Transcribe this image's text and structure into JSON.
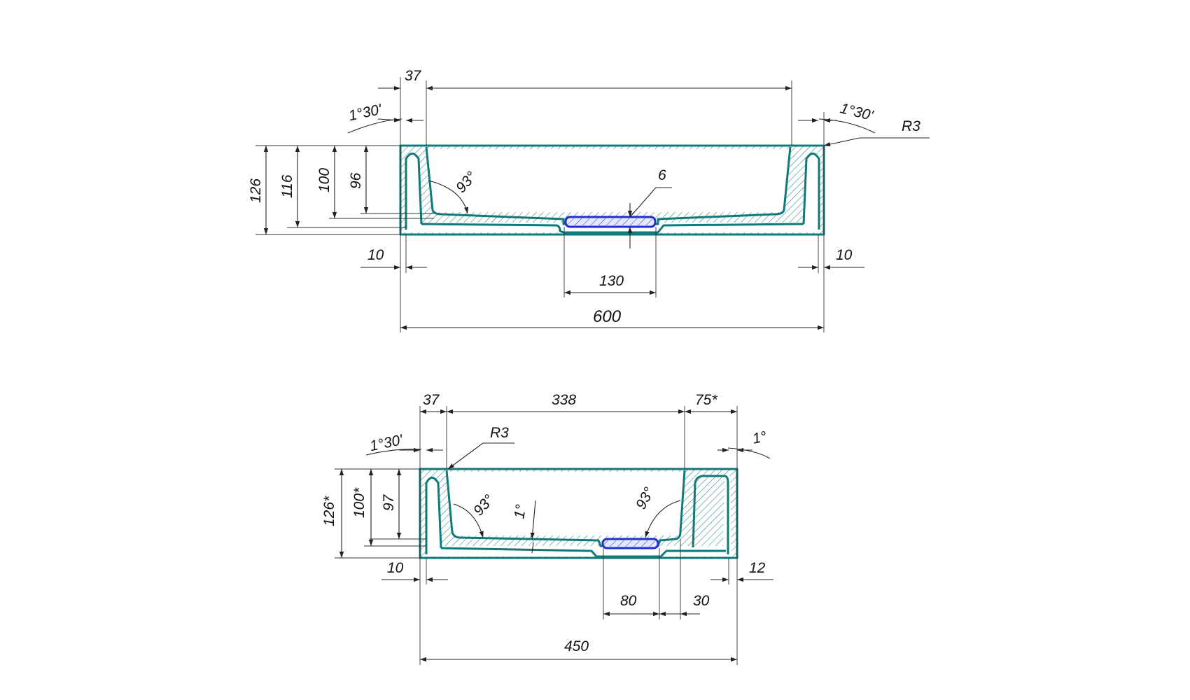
{
  "colors": {
    "outline": "#0f7a78",
    "insert": "#2430c9",
    "dimension": "#222222"
  },
  "top_view": {
    "dims": {
      "width_total": "600",
      "rim_left": "37",
      "base_offset_left": "10",
      "base_offset_right": "10",
      "drain_width": "130",
      "drain_depth": "6",
      "height_126": "126",
      "height_116": "116",
      "height_100": "100",
      "height_96": "96",
      "draft_left": "1°30'",
      "draft_right": "1°30'",
      "wall_angle": "93°",
      "corner_radius": "R3"
    }
  },
  "bottom_view": {
    "dims": {
      "width_total": "450",
      "rim_left": "37",
      "basin_width": "338",
      "ledge_right": "75*",
      "base_offset_left": "10",
      "base_offset_right": "12",
      "drain_width": "80",
      "drain_offset": "30",
      "height_126": "126*",
      "height_100": "100*",
      "height_97": "97",
      "draft_left": "1°30'",
      "draft_right": "1°",
      "floor_slope": "1°",
      "wall_angle_left": "93°",
      "wall_angle_right": "93°",
      "corner_radius": "R3"
    }
  }
}
